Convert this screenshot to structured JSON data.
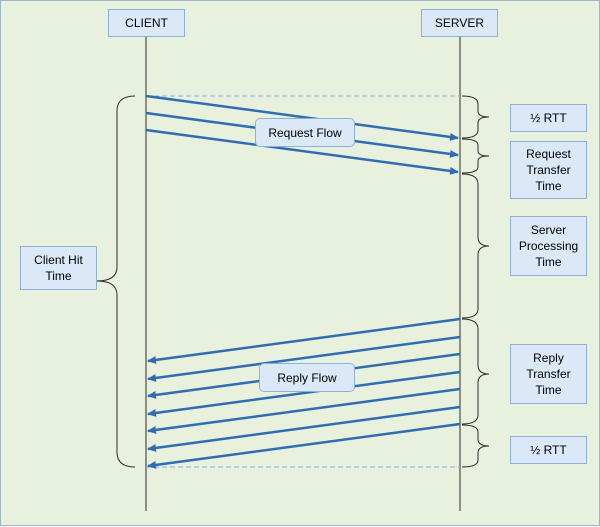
{
  "participants": {
    "client": "CLIENT",
    "server": "SERVER"
  },
  "labels": {
    "half_rtt_top": "½ RTT",
    "request_transfer": "Request\nTransfer\nTime",
    "server_processing": "Server\nProcessing\nTime",
    "reply_transfer": "Reply\nTransfer\nTime",
    "half_rtt_bottom": "½ RTT",
    "client_hit_time": "Client Hit\nTime",
    "request_flow": "Request Flow",
    "reply_flow": "Reply Flow"
  },
  "colors": {
    "arrow": "#2e6db4",
    "lifeline": "#2b2b2b",
    "background": "#e8f1de",
    "box_fill": "#dbe8f7",
    "box_border": "#8fb0d6"
  }
}
